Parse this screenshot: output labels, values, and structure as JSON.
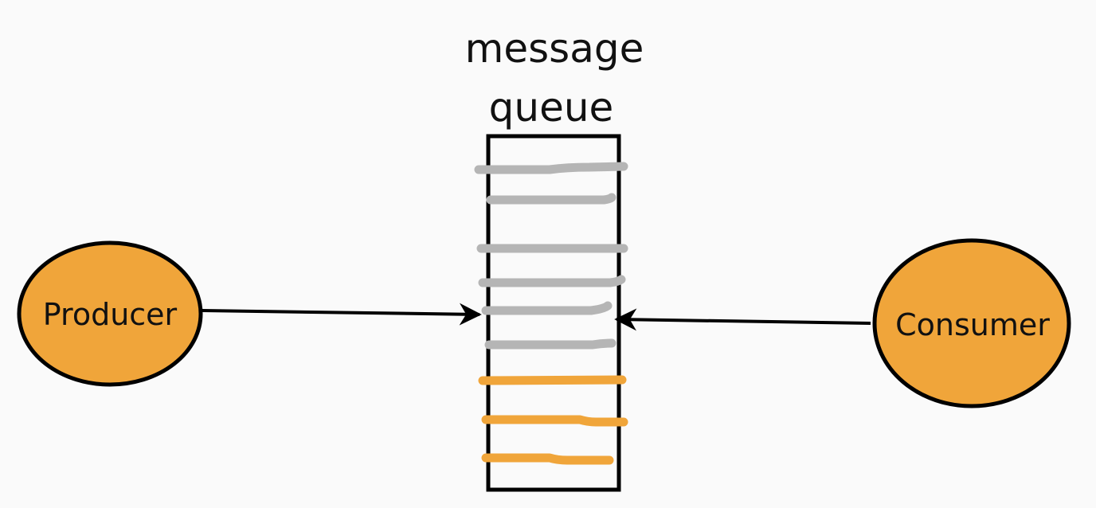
{
  "title": {
    "line1": "message",
    "line2": "queue"
  },
  "producer": {
    "label": "Producer"
  },
  "consumer": {
    "label": "Consumer"
  },
  "queue": {
    "messages": [
      {
        "state": "consumed"
      },
      {
        "state": "consumed"
      },
      {
        "state": "consumed"
      },
      {
        "state": "consumed"
      },
      {
        "state": "consumed"
      },
      {
        "state": "consumed"
      },
      {
        "state": "pending"
      },
      {
        "state": "pending"
      },
      {
        "state": "pending"
      }
    ]
  },
  "colors": {
    "node_fill": "#f0a53a",
    "node_stroke": "#000000",
    "consumed_message": "#b5b5b5",
    "pending_message": "#f0a53a",
    "arrow": "#000000",
    "background": "#fafafa"
  }
}
